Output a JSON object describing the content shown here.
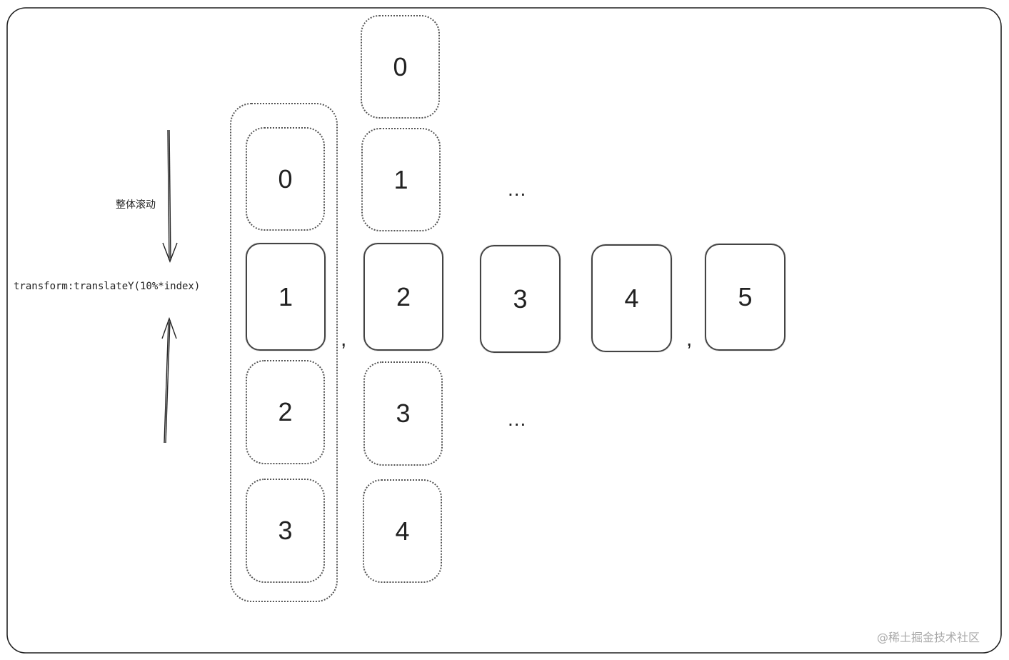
{
  "labels": {
    "scroll_label": "整体滚动",
    "transform_label": "transform:translateY(10%*index)",
    "watermark": "@稀土掘金技术社区",
    "ellipsis_top": "...",
    "ellipsis_bottom": "...",
    "comma_1": ",",
    "comma_2": ","
  },
  "column_1": [
    "0",
    "1",
    "2",
    "3"
  ],
  "column_2": [
    "0",
    "1",
    "2",
    "3",
    "4"
  ],
  "row": [
    "3",
    "4",
    "5"
  ]
}
